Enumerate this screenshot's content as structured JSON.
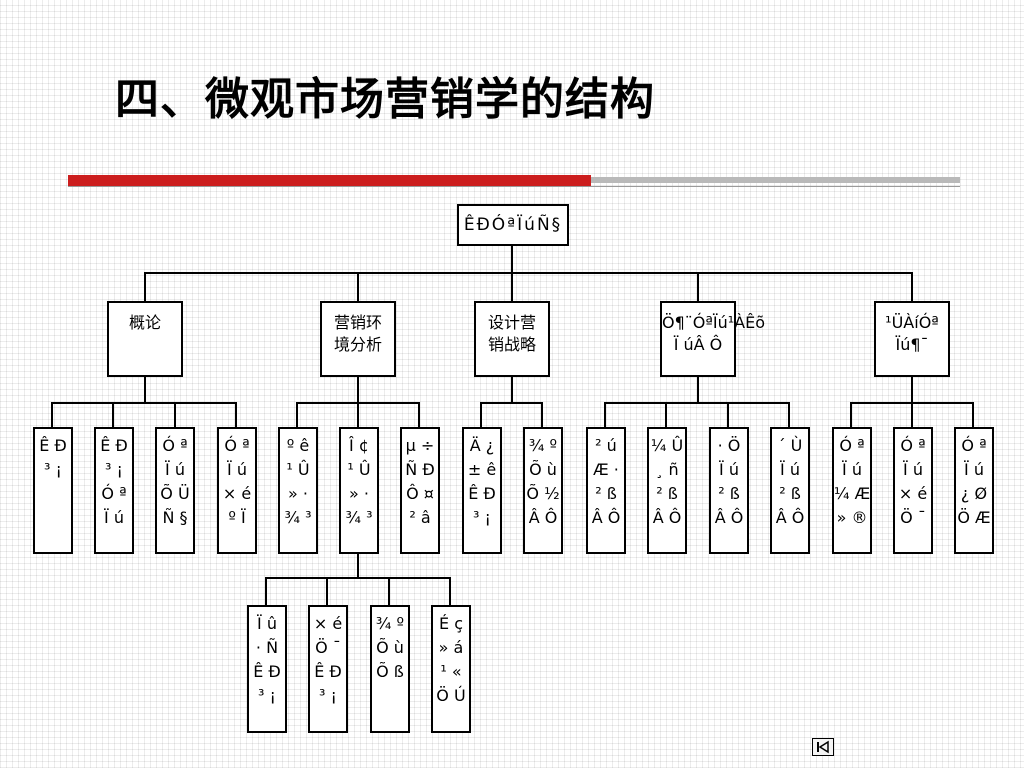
{
  "slide": {
    "title": "四、微观市场营销学的结构"
  },
  "root": {
    "label": "ÊÐÓªÏúÑ§"
  },
  "categories": [
    {
      "line1": "概论",
      "line2": ""
    },
    {
      "line1": "营销环",
      "line2": "境分析"
    },
    {
      "line1": "设计营",
      "line2": "销战略"
    },
    {
      "line1": "Ö¶¨ÓªÏú¹ÀÊõ",
      "line2": "Ï úÂ Ô"
    },
    {
      "line1": "¹ÜÀíÓª",
      "line2": "Ïú¶¯"
    }
  ],
  "leaves": [
    {
      "lines": [
        "Ê Ð",
        "³ ¡",
        "",
        ""
      ]
    },
    {
      "lines": [
        "Ê Ð",
        "³ ¡",
        "Ó ª",
        "Ï ú"
      ]
    },
    {
      "lines": [
        "Ó ª",
        "Ï ú",
        "Õ Ü",
        "Ñ §"
      ]
    },
    {
      "lines": [
        "Ó ª",
        "Ï ú",
        "× é",
        "º Ï"
      ]
    },
    {
      "lines": [
        "º ê",
        "¹ Û",
        "» ·",
        "¾ ³"
      ]
    },
    {
      "lines": [
        "Î ¢",
        "¹ Û",
        "» ·",
        "¾ ³"
      ]
    },
    {
      "lines": [
        "µ ÷",
        "Ñ Ð",
        "Ô ¤",
        "² â"
      ]
    },
    {
      "lines": [
        "Ä ¿",
        "± ê",
        "Ê Ð",
        "³ ¡"
      ]
    },
    {
      "lines": [
        "¾ º",
        "Õ ù",
        "Õ ½",
        "Â Ô"
      ]
    },
    {
      "lines": [
        "² ú",
        "Æ ·",
        "² ß",
        "Â Ô"
      ]
    },
    {
      "lines": [
        "¼ Û",
        "¸ ñ",
        "² ß",
        "Â Ô"
      ]
    },
    {
      "lines": [
        "· Ö",
        "Ï ú",
        "² ß",
        "Â Ô"
      ]
    },
    {
      "lines": [
        "´ Ù",
        "Ï ú",
        "² ß",
        "Â Ô"
      ]
    },
    {
      "lines": [
        "Ó ª",
        "Ï ú",
        "¼ Æ",
        "» ®"
      ]
    },
    {
      "lines": [
        "Ó ª",
        "Ï ú",
        "× é",
        "Ö ¯"
      ]
    },
    {
      "lines": [
        "Ó ª",
        "Ï ú",
        "¿ Ø",
        "Ö Æ"
      ]
    }
  ],
  "subleaves": [
    {
      "lines": [
        "Ï û",
        "· Ñ",
        "Ê Ð",
        "³ ¡"
      ]
    },
    {
      "lines": [
        "× é",
        "Ö ¯",
        "Ê Ð",
        "³ ¡"
      ]
    },
    {
      "lines": [
        "¾ º",
        "Õ ù",
        "Õ ß",
        "",
        ""
      ]
    },
    {
      "lines": [
        "É ç",
        "» á",
        "¹ «",
        "Ö Ú"
      ]
    }
  ],
  "nav": {
    "icon": "nav-first-icon"
  }
}
